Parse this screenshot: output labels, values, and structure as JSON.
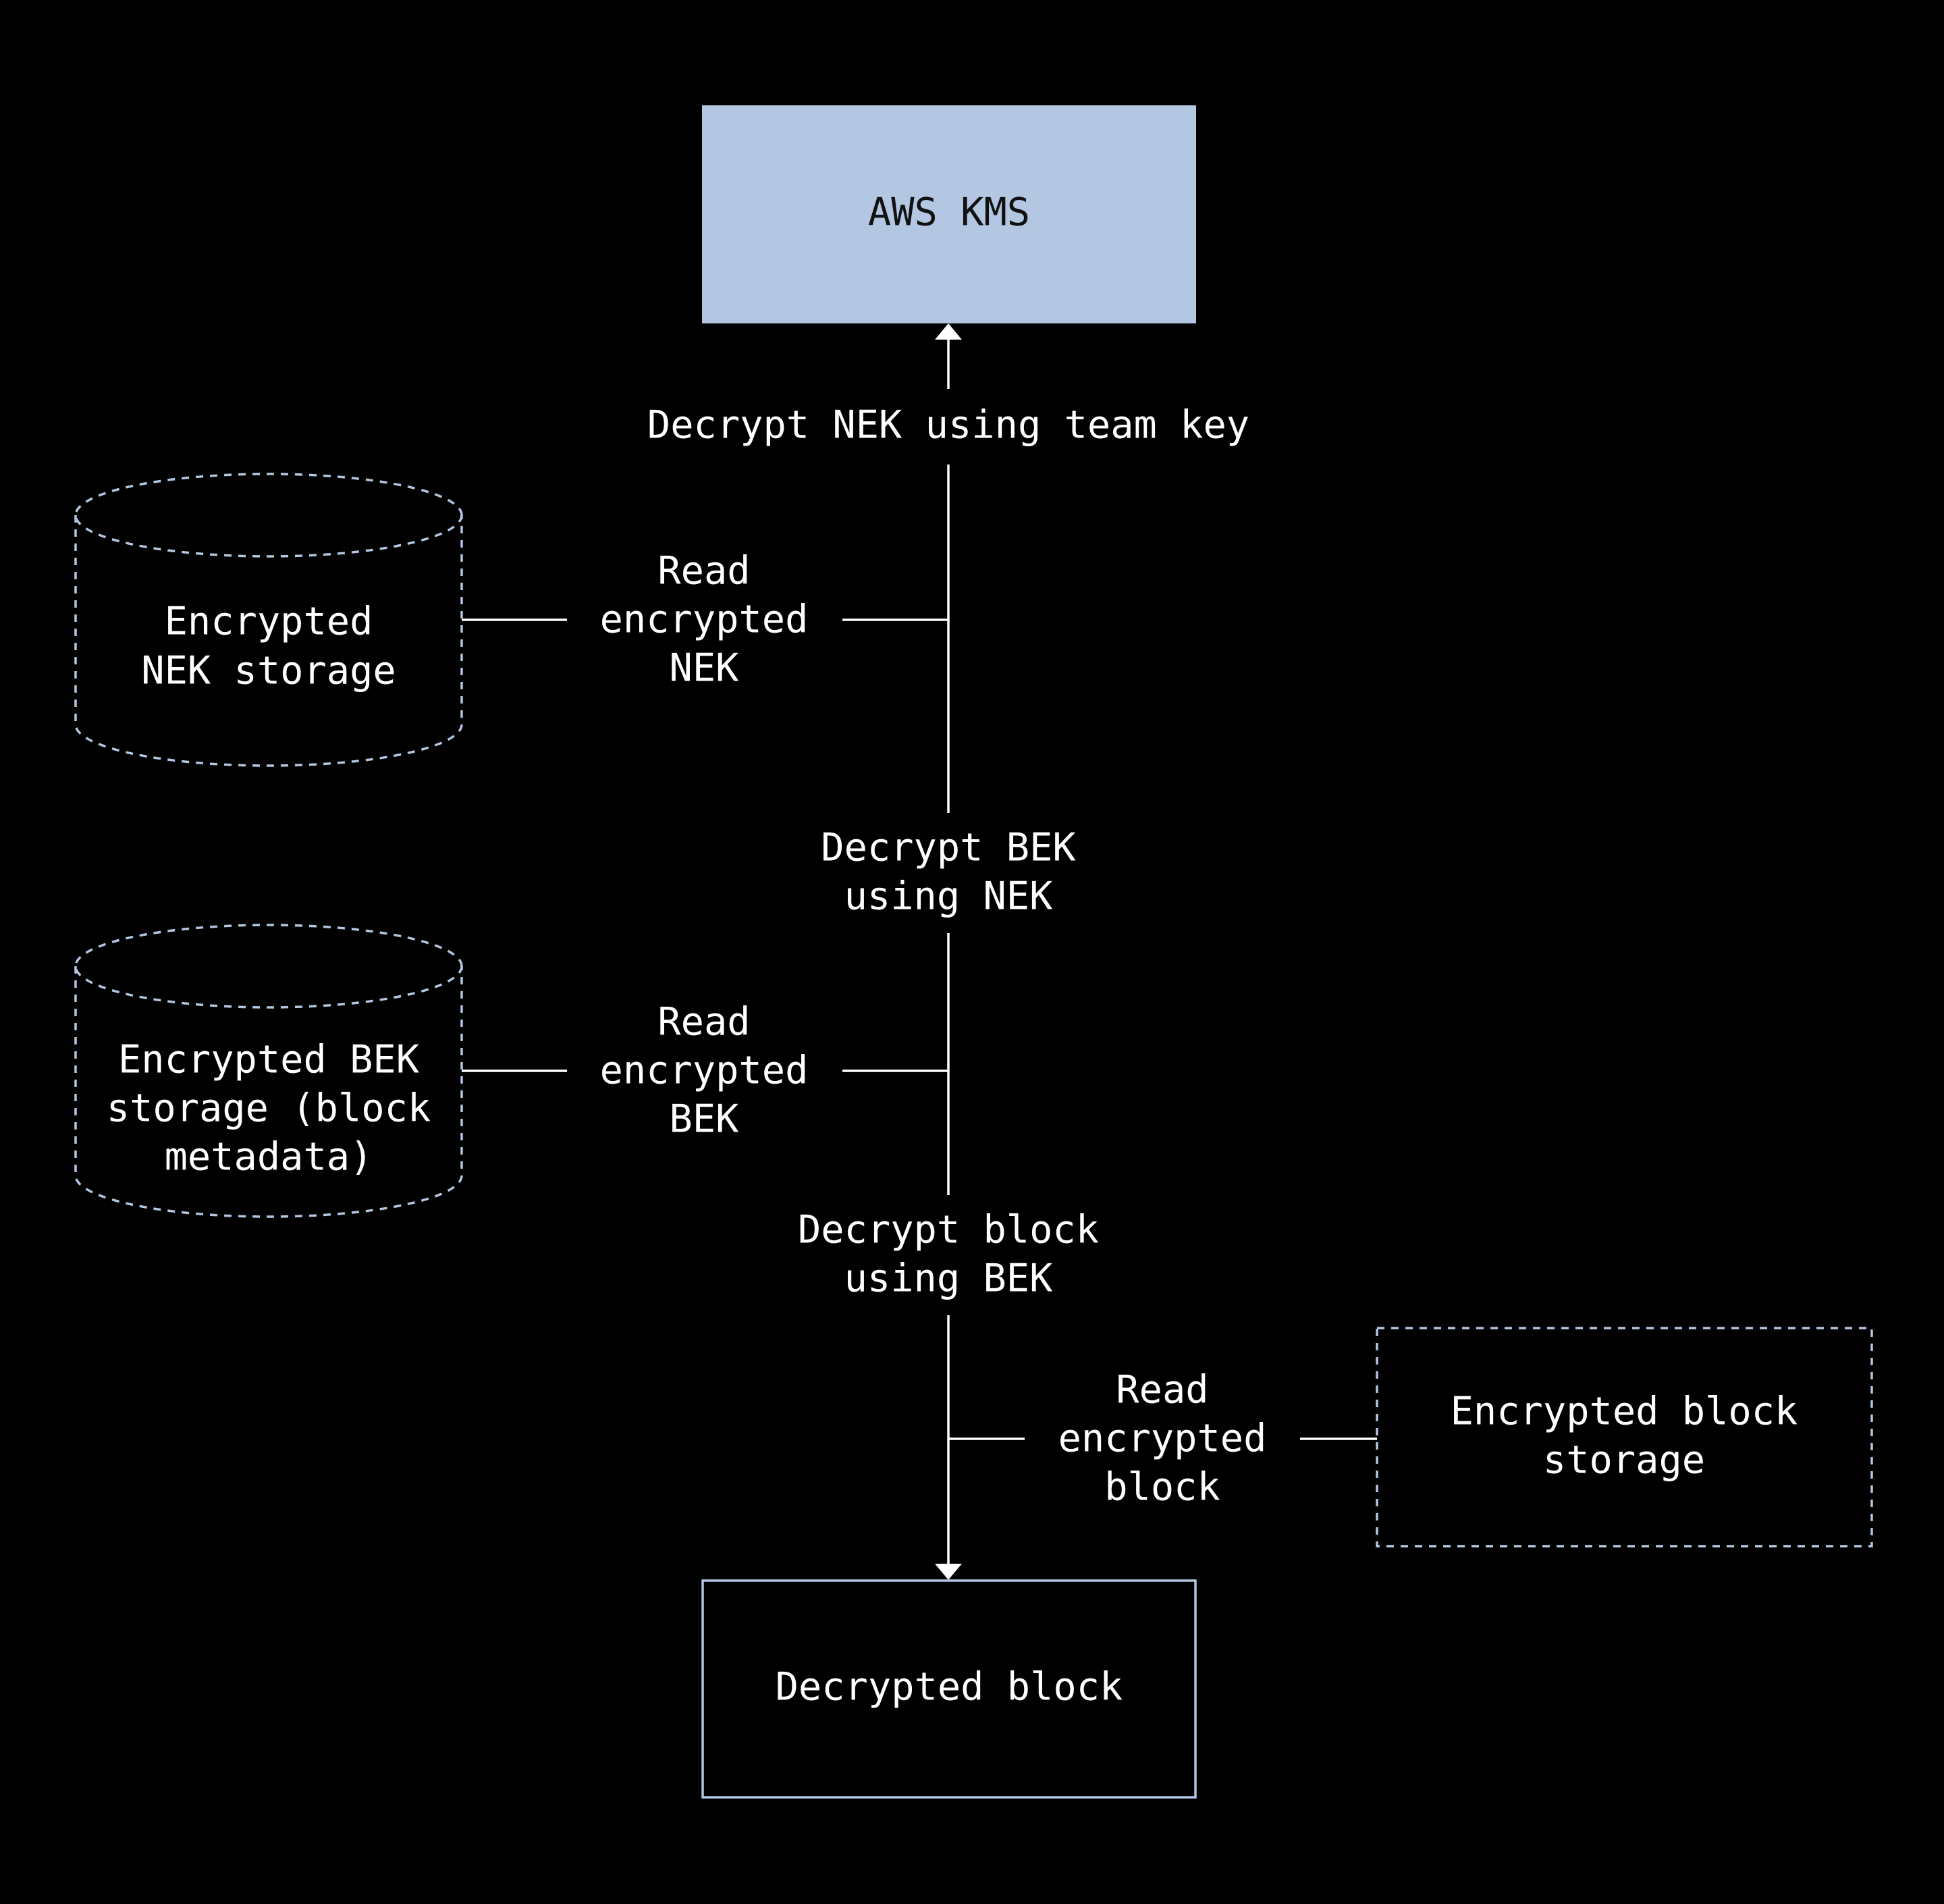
{
  "colors": {
    "background": "#000000",
    "kms_fill": "#b3c7e2",
    "outline": "#b3c7e2",
    "line": "#ffffff",
    "text_light": "#ffffff",
    "text_dark": "#111111"
  },
  "nodes": {
    "aws_kms": {
      "label": "AWS KMS"
    },
    "nek_storage": {
      "lines": [
        "Encrypted",
        "NEK storage"
      ]
    },
    "bek_storage": {
      "lines": [
        "Encrypted BEK",
        "storage (block",
        "metadata)"
      ]
    },
    "block_storage": {
      "lines": [
        "Encrypted block",
        "storage"
      ]
    },
    "decrypted_block": {
      "label": "Decrypted block"
    }
  },
  "edges": {
    "decrypt_nek": {
      "label": "Decrypt NEK using team key"
    },
    "read_nek": {
      "lines": [
        "Read",
        "encrypted",
        "NEK"
      ]
    },
    "decrypt_bek": {
      "lines": [
        "Decrypt BEK",
        "using NEK"
      ]
    },
    "read_bek": {
      "lines": [
        "Read",
        "encrypted",
        "BEK"
      ]
    },
    "decrypt_block": {
      "lines": [
        "Decrypt block",
        "using BEK"
      ]
    },
    "read_block": {
      "lines": [
        "Read",
        "encrypted",
        "block"
      ]
    }
  }
}
